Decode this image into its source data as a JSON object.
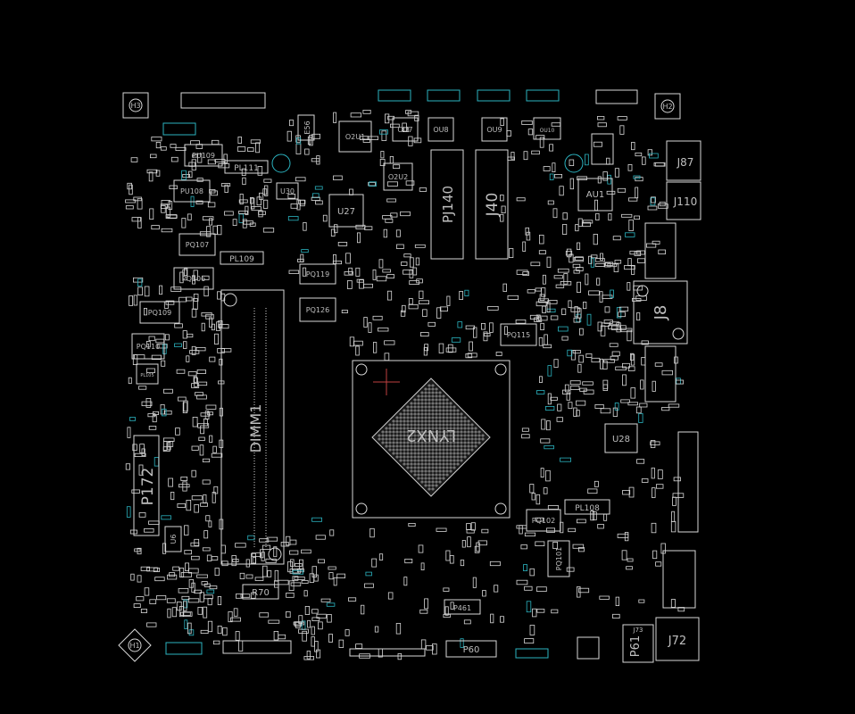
{
  "board": {
    "outline_color": "#d8d8d8",
    "pad_color": "#2bb3c0",
    "marker_color": "#c04040",
    "background": "#000000"
  },
  "labels": {
    "h3": "H3",
    "h2": "H2",
    "h1": "H1",
    "pu109": "PU109",
    "pl111": "PL111",
    "pu108": "PU108",
    "u30": "U30",
    "pq107": "PQ107",
    "pl109": "PL109",
    "pq106": "PQ106",
    "pq109": "PQ109",
    "pq110": "PQ110",
    "pl105": "PL105",
    "dimm1": "DIMM1",
    "p172": "P172",
    "u6": "U6",
    "e56": "E56",
    "o2u1": "O2U1",
    "o2u2": "O2U2",
    "u27": "U27",
    "pq119": "PQ119",
    "pq126": "PQ126",
    "ou7": "OU7",
    "ou8": "OU8",
    "ou9": "OU9",
    "ou10": "OU10",
    "pj140": "PJ140",
    "j40": "J40",
    "au1": "AU1",
    "j87": "J87",
    "j110": "J110",
    "j8": "J8",
    "pq115": "PQ115",
    "u28": "U28",
    "pl108": "PL108",
    "pq102": "PQ102",
    "pq101": "PQ101",
    "j72": "J72",
    "j73": "J73",
    "p61": "P61",
    "p60": "P60",
    "p461": "P461",
    "r70": "R70",
    "cpu": "LYNX2"
  }
}
